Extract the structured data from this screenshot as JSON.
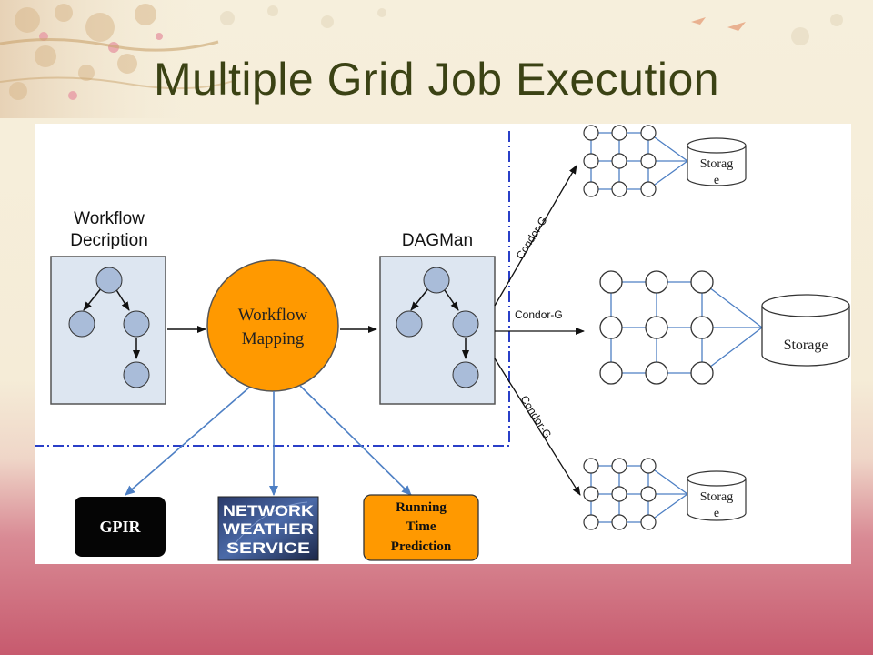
{
  "slide": {
    "title": "Multiple Grid Job Execution"
  },
  "diagram": {
    "workflow_description_label": [
      "Workflow",
      "Decription"
    ],
    "workflow_mapping_label": [
      "Workflow",
      "Mapping"
    ],
    "dagman_label": "DAGMan",
    "condor_top": "Condor-G",
    "condor_mid": "Condor-G",
    "condor_bottom": "Condor-G",
    "storage_top": [
      "Storag",
      "e"
    ],
    "storage_mid": "Storage",
    "storage_bottom": [
      "Storag",
      "e"
    ],
    "gpir": "GPIR",
    "nws": [
      "NETWORK",
      "WEATHER",
      "SERVICE"
    ],
    "running_time": [
      "Running",
      "Time",
      "Prediction"
    ]
  },
  "colors": {
    "title": "#3b4214",
    "node_fill": "#a9bcd9",
    "box_fill": "#dde6f1",
    "mapping_fill": "#ff9900",
    "link_blue": "#4d7fc4",
    "dashdot_blue": "#2a3fc8"
  }
}
